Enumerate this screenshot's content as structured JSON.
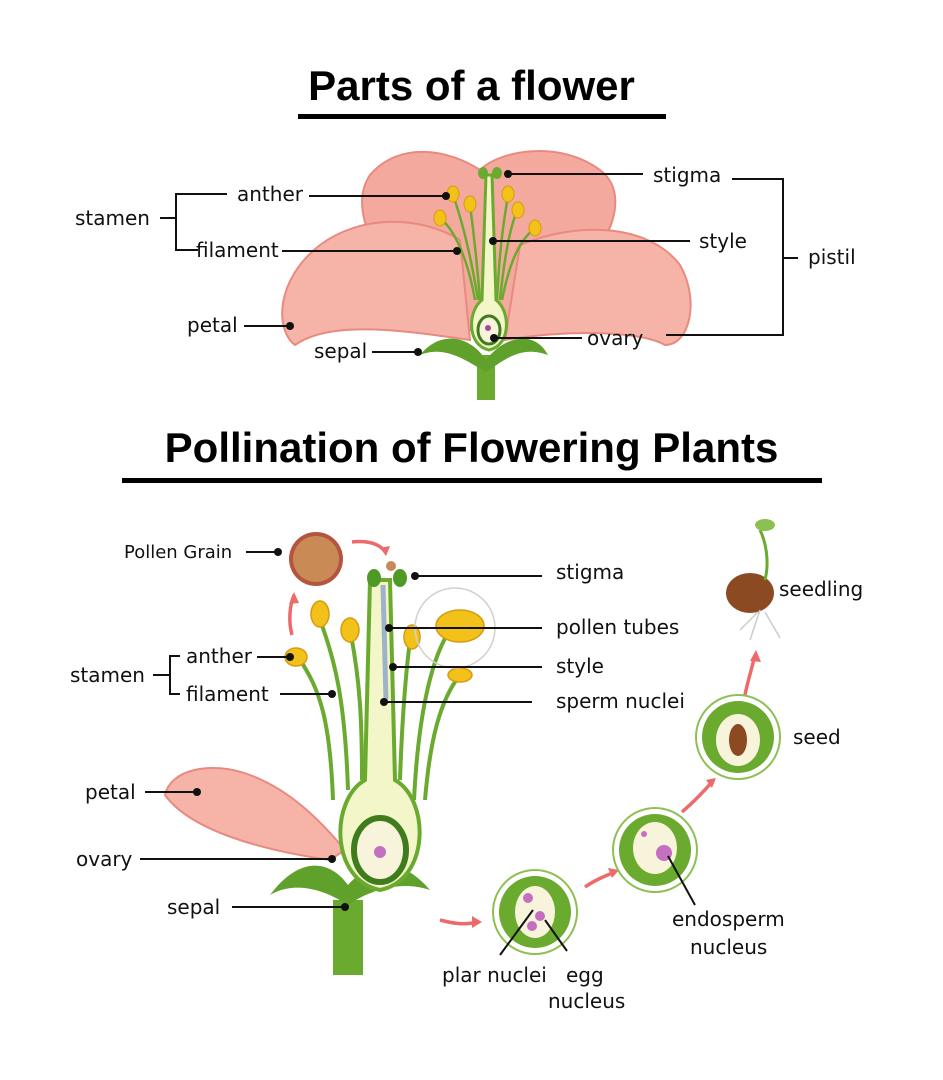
{
  "top": {
    "title": "Parts of a flower",
    "labels": {
      "stamen": "stamen",
      "anther": "anther",
      "filament": "filament",
      "petal": "petal",
      "sepal": "sepal",
      "stigma": "stigma",
      "style": "style",
      "pistil": "pistil",
      "ovary": "ovary"
    }
  },
  "bottom": {
    "title": "Pollination of Flowering Plants",
    "labels": {
      "pollen_grain": "Pollen Grain",
      "stamen": "stamen",
      "anther": "anther",
      "filament": "filament",
      "petal": "petal",
      "ovary": "ovary",
      "sepal": "sepal",
      "stigma": "stigma",
      "pollen_tubes": "pollen tubes",
      "style": "style",
      "sperm_nuclei": "sperm nuclei",
      "plar_nuclei": "plar nuclei",
      "egg_nucleus_1": "egg",
      "egg_nucleus_2": "nucleus",
      "endosperm_1": "endosperm",
      "endosperm_2": "nucleus",
      "seed": "seed",
      "seedling": "seedling"
    }
  },
  "colors": {
    "petal": "#f4a99e",
    "petal_dark": "#e98a80",
    "green": "#6aaa2e",
    "green_dark": "#3f7d1c",
    "yellow": "#f2c21b",
    "pale": "#f3f6c8",
    "arrow": "#ec6a6a",
    "pollen": "#c98a56",
    "seed_brown": "#8b4a22"
  }
}
